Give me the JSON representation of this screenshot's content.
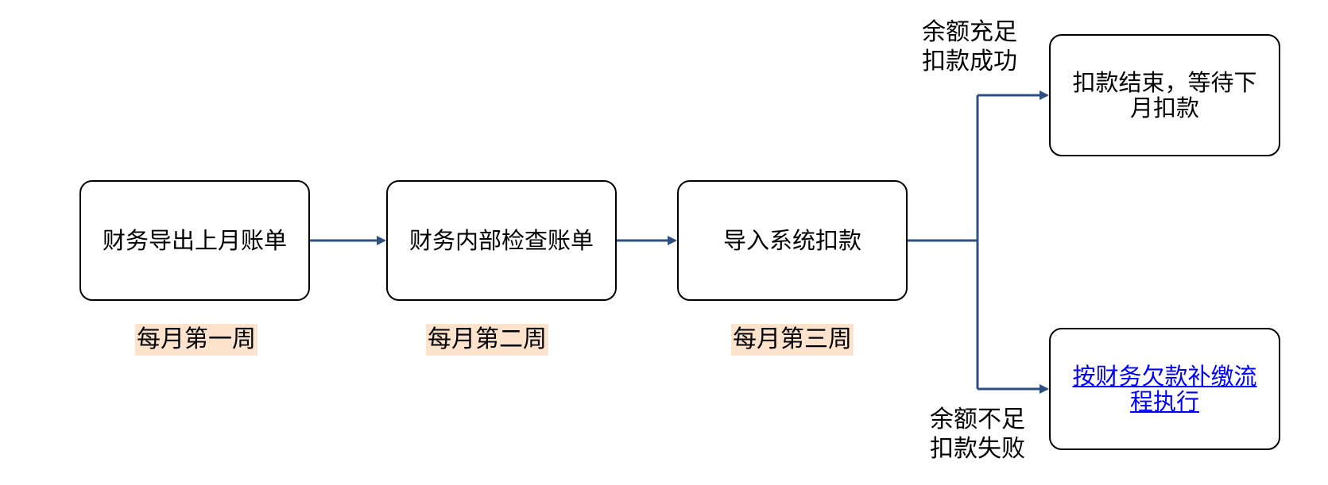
{
  "colors": {
    "connector": "#2f4f80",
    "week_highlight": "#fde3cc",
    "link": "#0000ff",
    "border": "#000000"
  },
  "nodes": {
    "step1": "财务导出上月账单",
    "step2": "财务内部检查账单",
    "step3": "导入系统扣款",
    "end_ok": "扣款结束，等待下月扣款",
    "end_fail": "按财务欠款补缴流程执行"
  },
  "weeks": [
    "每月第一周",
    "每月第二周",
    "每月第三周"
  ],
  "branches": {
    "ok": {
      "line1": "余额充足",
      "line2": "扣款成功"
    },
    "fail": {
      "line1": "余额不足",
      "line2": "扣款失败"
    }
  }
}
